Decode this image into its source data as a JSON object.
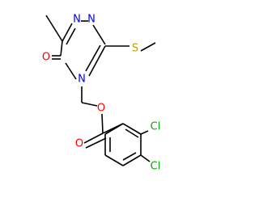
{
  "molecule": {
    "atoms": {
      "n1": "N",
      "n2": "N",
      "o_ketone": "O",
      "n4": "N",
      "s": "S",
      "o_ester": "O",
      "o_carbonyl": "O",
      "cl_ortho": "Cl",
      "cl_para": "Cl"
    }
  },
  "colors": {
    "nitrogen": "#0000ff",
    "oxygen": "#ff0000",
    "sulfur": "#b8a000",
    "chlorine": "#00b000",
    "bond": "#000000"
  }
}
